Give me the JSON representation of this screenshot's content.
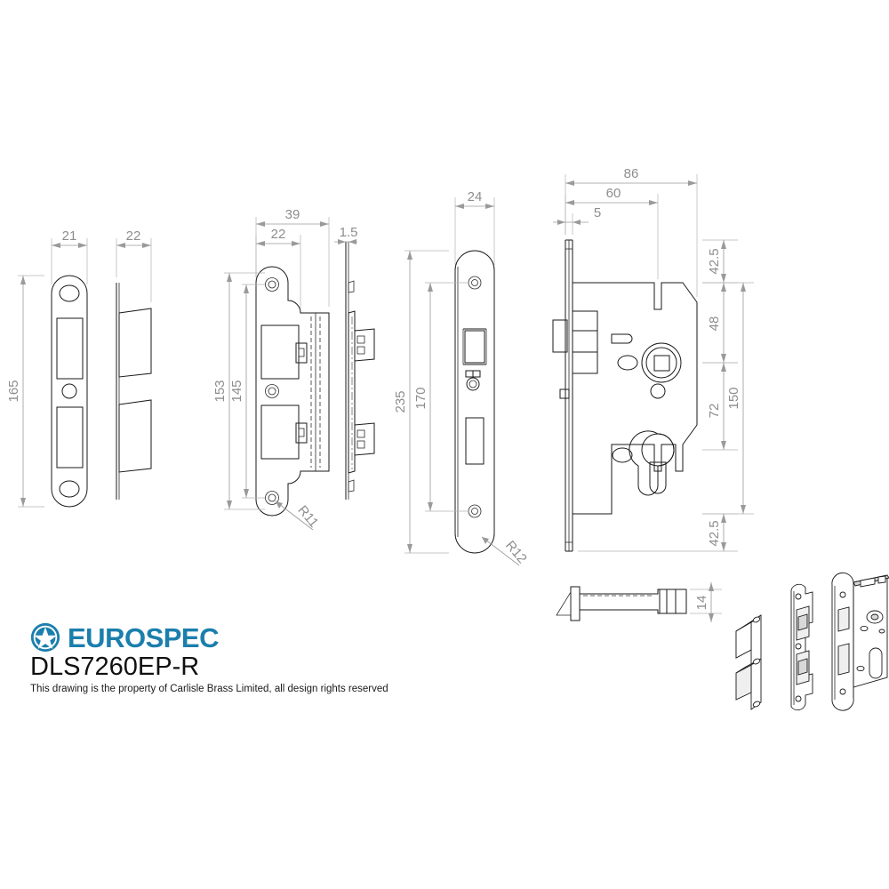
{
  "sheet": {
    "background": "#ffffff",
    "line_color": "#1a1a1a",
    "dimension_color": "#8d8d8d"
  },
  "title_block": {
    "brand": "EUROSPEC",
    "brand_color": "#1b7fad",
    "logo_icon": "star-in-circle-logo-icon",
    "part_number": "DLS7260EP-R",
    "rights_notice": "This drawing is the property of Carlisle Brass Limited, all design rights reserved"
  },
  "views": [
    {
      "id": "view-keep-front",
      "name": "strike-plate-front-view",
      "dims": [
        {
          "name": "keep-width",
          "value": "21",
          "orientation": "horizontal"
        },
        {
          "name": "keep-overall-length",
          "value": "165",
          "orientation": "vertical"
        }
      ]
    },
    {
      "id": "view-keep-side",
      "name": "strike-plate-side-view",
      "dims": [
        {
          "name": "keep-depth",
          "value": "22",
          "orientation": "horizontal"
        }
      ]
    },
    {
      "id": "view-keep2-front",
      "name": "rebate-keep-front-view",
      "dims": [
        {
          "name": "keep2-overall-width",
          "value": "39",
          "orientation": "horizontal"
        },
        {
          "name": "keep2-plate-width",
          "value": "22",
          "orientation": "horizontal"
        },
        {
          "name": "keep2-screw-centres-outer",
          "value": "153",
          "orientation": "vertical"
        },
        {
          "name": "keep2-screw-centres-inner",
          "value": "145",
          "orientation": "vertical"
        },
        {
          "name": "keep2-corner-radius",
          "value": "R11",
          "orientation": "leader"
        }
      ]
    },
    {
      "id": "view-keep2-side",
      "name": "rebate-keep-side-view",
      "dims": [
        {
          "name": "keep2-plate-thickness",
          "value": "1.5",
          "orientation": "horizontal"
        }
      ]
    },
    {
      "id": "view-faceplate",
      "name": "lock-faceplate-front-view",
      "dims": [
        {
          "name": "faceplate-width",
          "value": "24",
          "orientation": "horizontal"
        },
        {
          "name": "faceplate-overall-length",
          "value": "235",
          "orientation": "vertical"
        },
        {
          "name": "faceplate-screw-centres",
          "value": "170",
          "orientation": "vertical"
        },
        {
          "name": "faceplate-corner-radius",
          "value": "R12",
          "orientation": "leader"
        }
      ]
    },
    {
      "id": "view-lockbody",
      "name": "lock-case-side-view",
      "dims": [
        {
          "name": "case-overall-depth",
          "value": "86",
          "orientation": "horizontal"
        },
        {
          "name": "backset",
          "value": "60",
          "orientation": "horizontal"
        },
        {
          "name": "forend-offset",
          "value": "5",
          "orientation": "horizontal"
        },
        {
          "name": "top-to-case",
          "value": "42.5",
          "orientation": "vertical"
        },
        {
          "name": "latch-to-follower",
          "value": "48",
          "orientation": "vertical"
        },
        {
          "name": "follower-to-cylinder",
          "value": "72",
          "orientation": "vertical"
        },
        {
          "name": "case-length",
          "value": "150",
          "orientation": "vertical"
        },
        {
          "name": "case-to-bottom",
          "value": "42.5",
          "orientation": "vertical"
        }
      ],
      "features": [
        {
          "name": "follower-square-spindle-hole"
        },
        {
          "name": "euro-profile-cylinder-hole"
        },
        {
          "name": "latch-bolt"
        },
        {
          "name": "dead-bolt"
        }
      ]
    },
    {
      "id": "view-lock-top",
      "name": "lock-case-top-view",
      "dims": [
        {
          "name": "case-thickness",
          "value": "14",
          "orientation": "vertical"
        }
      ]
    },
    {
      "id": "view-iso",
      "name": "isometric-assembly-view",
      "components": [
        {
          "name": "iso-strike-box-keep"
        },
        {
          "name": "iso-rebate-keep-plate"
        },
        {
          "name": "iso-lock-case-with-faceplate"
        }
      ]
    }
  ]
}
